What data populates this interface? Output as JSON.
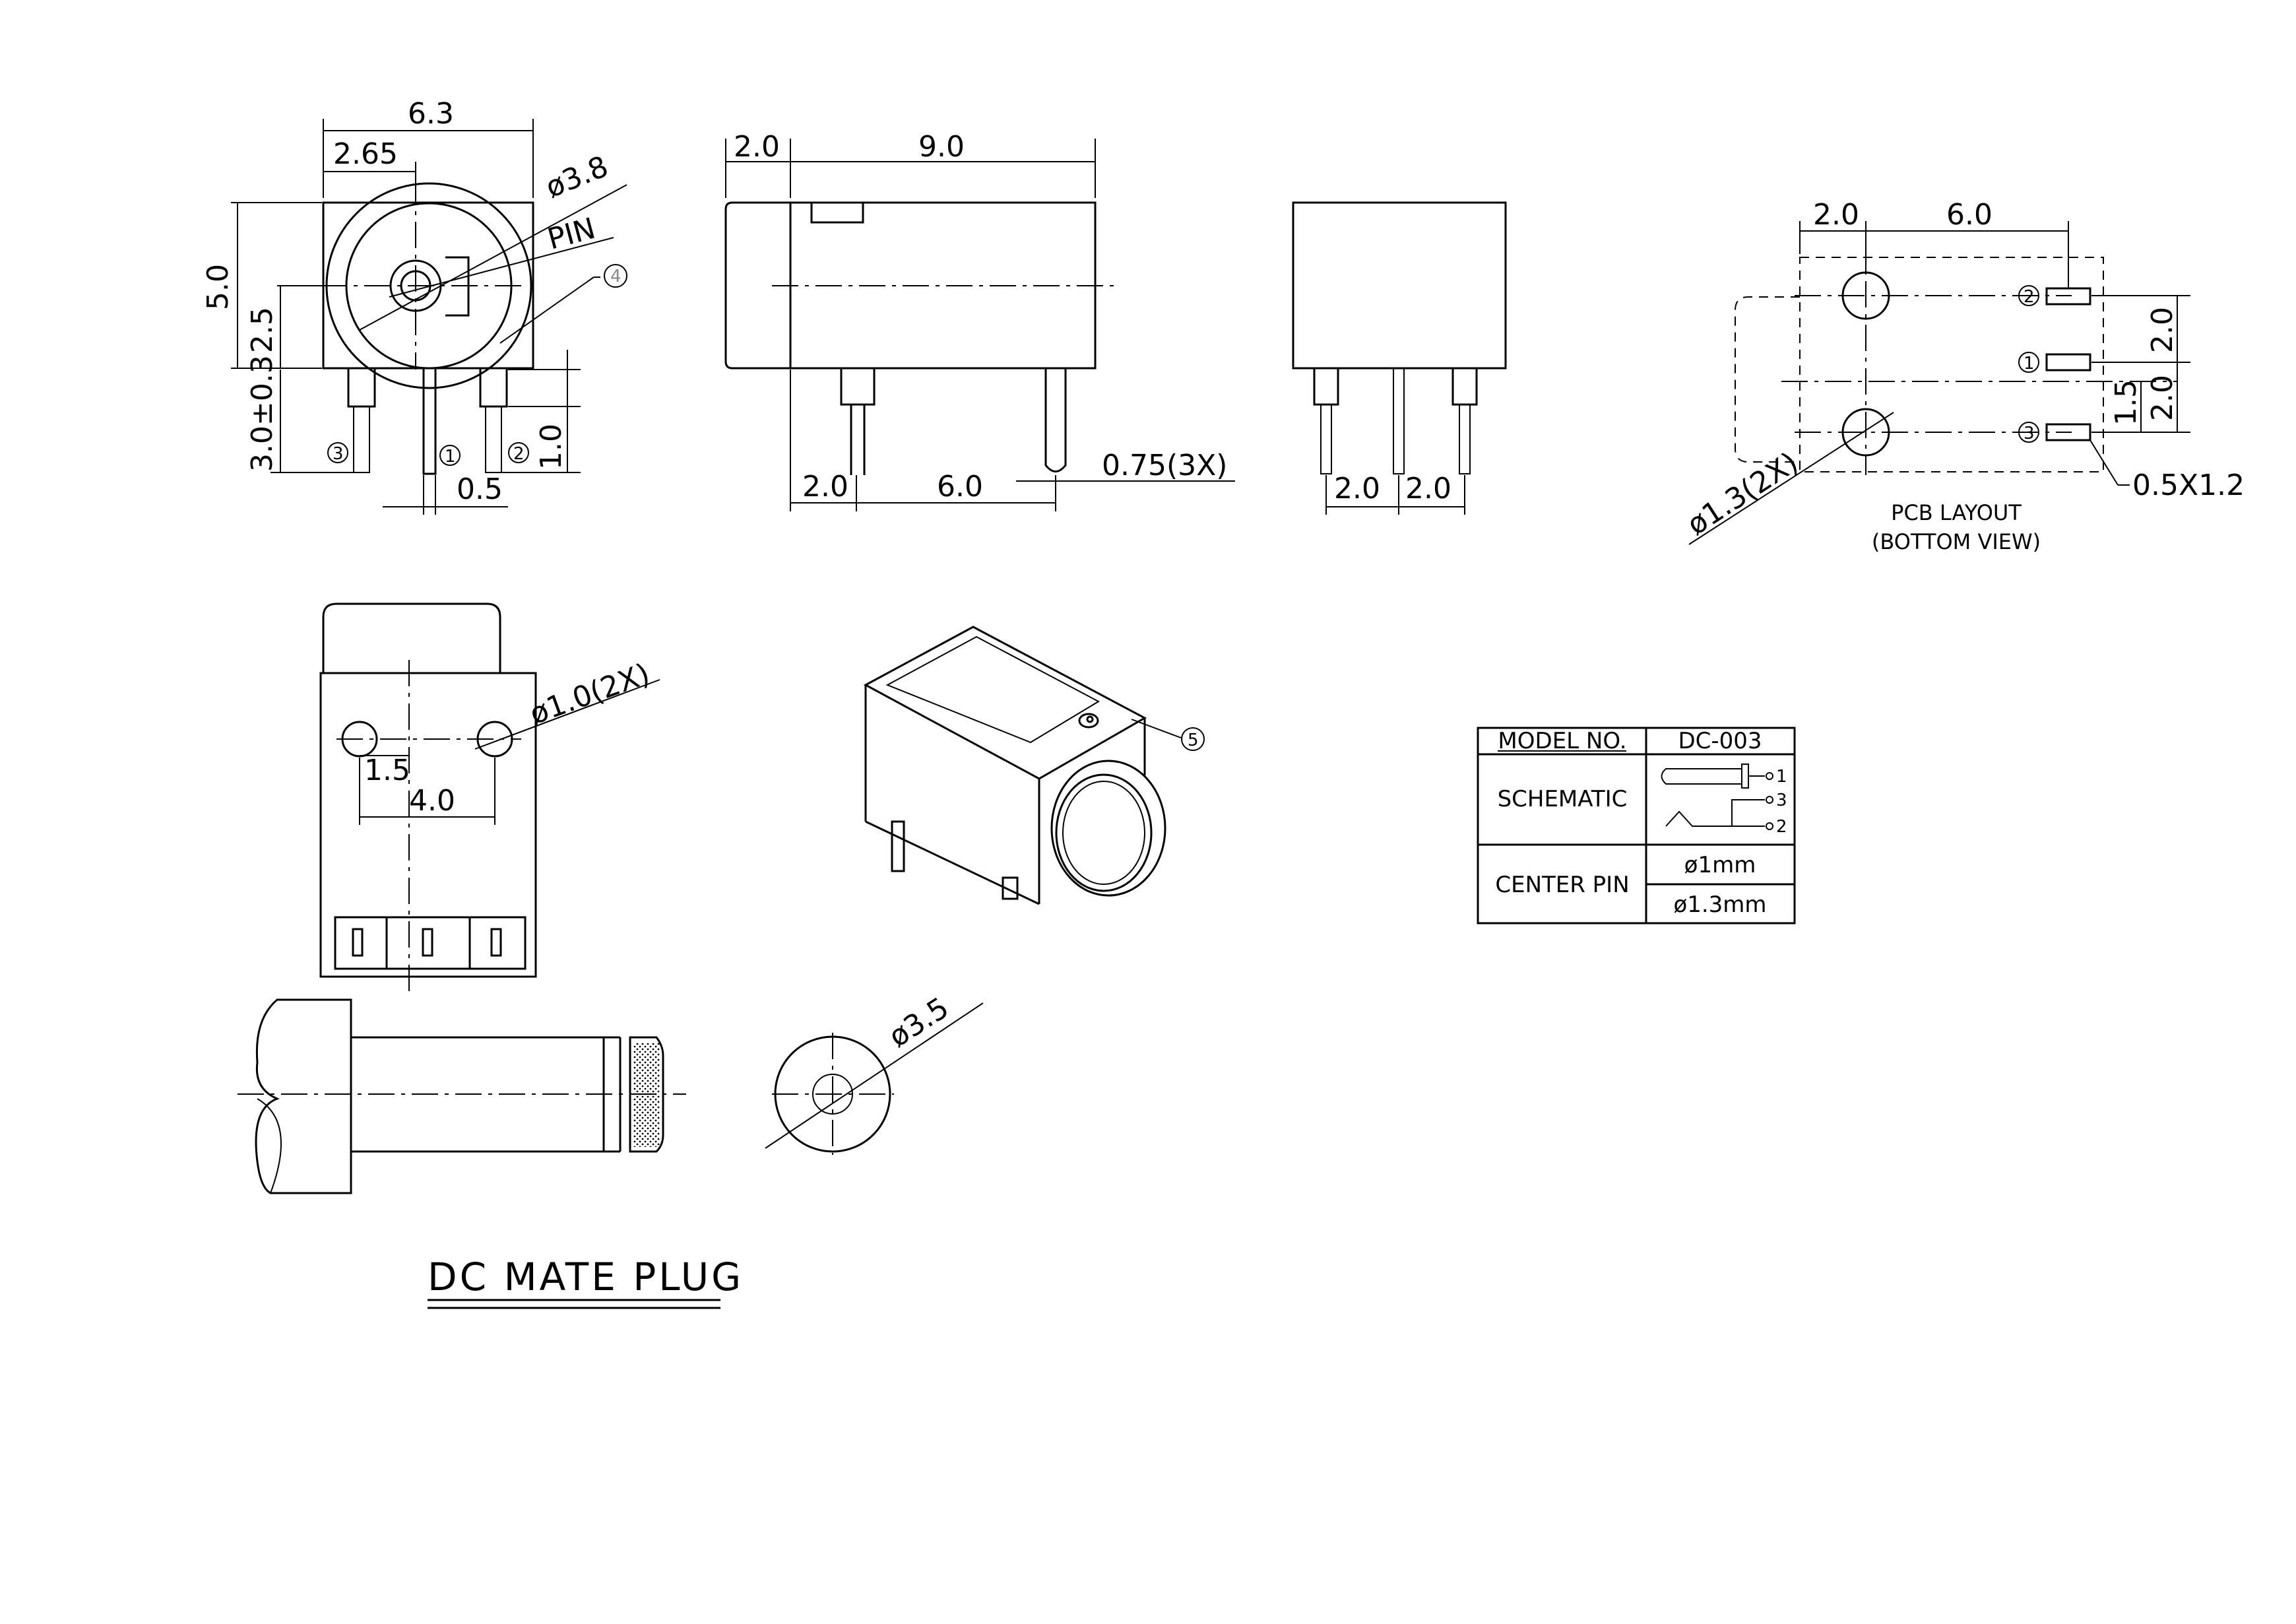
{
  "front_view": {
    "width": "6.3",
    "offset": "2.65",
    "bore": "ø3.8",
    "pin": "PIN",
    "marker": "4",
    "height": "5.0",
    "center_height": "2.5",
    "pin_length": "3.0±0.3",
    "pin_width": "0.5",
    "pin_step": "1.0",
    "pins": [
      "3",
      "1",
      "2"
    ]
  },
  "side_view": {
    "front": "2.0",
    "length": "9.0",
    "pin_a": "2.0",
    "pin_b": "6.0",
    "pin_dia": "0.75(3X)"
  },
  "end_view": {
    "pitch_a": "2.0",
    "pitch_b": "2.0"
  },
  "pcb": {
    "top_a": "2.0",
    "top_b": "6.0",
    "right_a": "2.0",
    "right_b": "2.0",
    "right_c": "1.5",
    "holes": "ø1.3(2X)",
    "pads": "0.5X1.2",
    "pins": [
      "2",
      "1",
      "3"
    ],
    "title": "PCB LAYOUT",
    "subtitle": "(BOTTOM VIEW)"
  },
  "bottom_view": {
    "posts": "ø1.0(2X)",
    "dim_a": "1.5",
    "dim_b": "4.0"
  },
  "iso": {
    "marker": "5"
  },
  "table": {
    "model_label": "MODEL NO.",
    "model_value": "DC-003",
    "schematic_label": "SCHEMATIC",
    "schematic_pins": [
      "1",
      "3",
      "2"
    ],
    "pin_label": "CENTER PIN",
    "pin_value_1": "ø1mm",
    "pin_value_2": "ø1.3mm"
  },
  "plug": {
    "diameter": "ø3.5",
    "title": "DC MATE PLUG"
  }
}
